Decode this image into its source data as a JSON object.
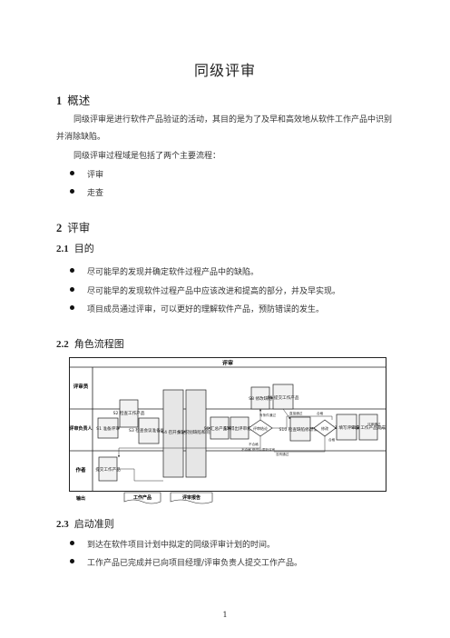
{
  "title": "同级评审",
  "sections": {
    "s1": {
      "num": "1",
      "title": "概述"
    },
    "s1_para1": "同级评审是进行软件产品验证的活动，其目的是为了及早和高效地从软件工作产品中识别并消除缺陷。",
    "s1_para2": "同级评审过程域是包括了两个主要流程：",
    "s1_bullets": [
      "评审",
      "走查"
    ],
    "s2": {
      "num": "2",
      "title": "评审"
    },
    "s21": {
      "num": "2.1",
      "title": "目的"
    },
    "s21_bullets": [
      "尽可能早的发现并确定软件过程产品中的缺陷。",
      "尽可能早的发现软件过程产品中应该改进和提高的部分，并及早实现。",
      "项目成员通过评审，可以更好的理解软件产品，预防错误的发生。"
    ],
    "s22": {
      "num": "2.2",
      "title": "角色流程图"
    },
    "s23": {
      "num": "2.3",
      "title": "启动准则"
    },
    "s23_bullets": [
      "到达在软件项目计划中拟定的同级评审计划的时间。",
      "工作产品已完成并已向项目经理/评审负责人提交工作产品。"
    ],
    "page_number": "1"
  },
  "diagram": {
    "header": "评审",
    "lanes": {
      "reviewer": "评审员",
      "leader": "评审负责人",
      "author": "作者",
      "output": "输出"
    },
    "steps": {
      "s1": "S1 准备评审",
      "s2": "S2 检查工作产品",
      "s3": "S3 检查会议准备情况",
      "s4": "S4 召开会议",
      "s5": "S5 识别缺陷和问题",
      "s6": "S6 汇总产品缺陷",
      "s7": "S7 得出评审结论",
      "s8": "S8 修改缺陷",
      "s9": "S9 提交工作产品",
      "s10": "S10 检查缺陷修改情况",
      "s11": "S11 填写评审报告",
      "s12": "S12 工作产品完成",
      "submit": "提交工作产品"
    },
    "decisions": {
      "d1": "评审结论",
      "d2": "修改"
    },
    "edge_labels": {
      "cond_pass": "有条件通过",
      "fail": "不合格",
      "fail_note": "不合格 修改后重新评审",
      "not_pass": "没有通过",
      "pass": "合格",
      "pass2": "合格",
      "direct": "直接通过",
      "review_pass": "评审通过"
    },
    "outputs": [
      "工作产品",
      "评审报告"
    ]
  }
}
